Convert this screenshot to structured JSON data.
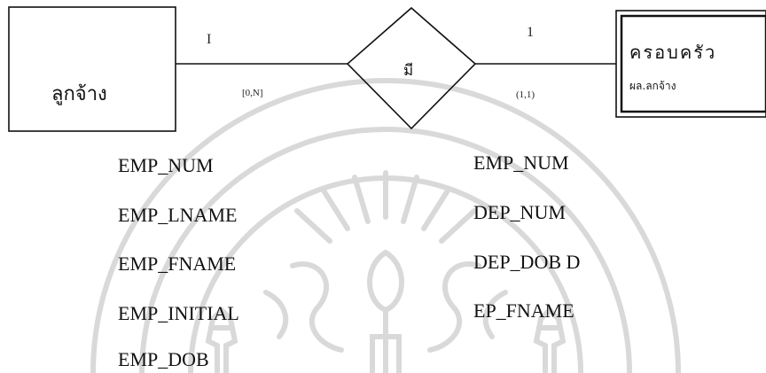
{
  "entities": {
    "employee": {
      "name": "ลูกจ้าง"
    },
    "family": {
      "name": "ครอบครัว",
      "subtitle": "ผล.ลกจ้าง"
    }
  },
  "relationship": {
    "name": "มี"
  },
  "cardinality": {
    "left_top": "I",
    "left_bottom": "[0,N]",
    "right_top": "1",
    "right_bottom": "(1,1)"
  },
  "employee_attributes": [
    "EMP_NUM",
    "EMP_LNAME",
    "EMP_FNAME",
    "EMP_INITIAL",
    "EMP_DOB"
  ],
  "family_attributes": [
    "EMP_NUM",
    "DEP_NUM",
    "DEP_DOB D",
    "EP_FNAME"
  ],
  "colors": {
    "ink": "#111111",
    "watermark": "#d9d9d9",
    "background": "#ffffff"
  }
}
